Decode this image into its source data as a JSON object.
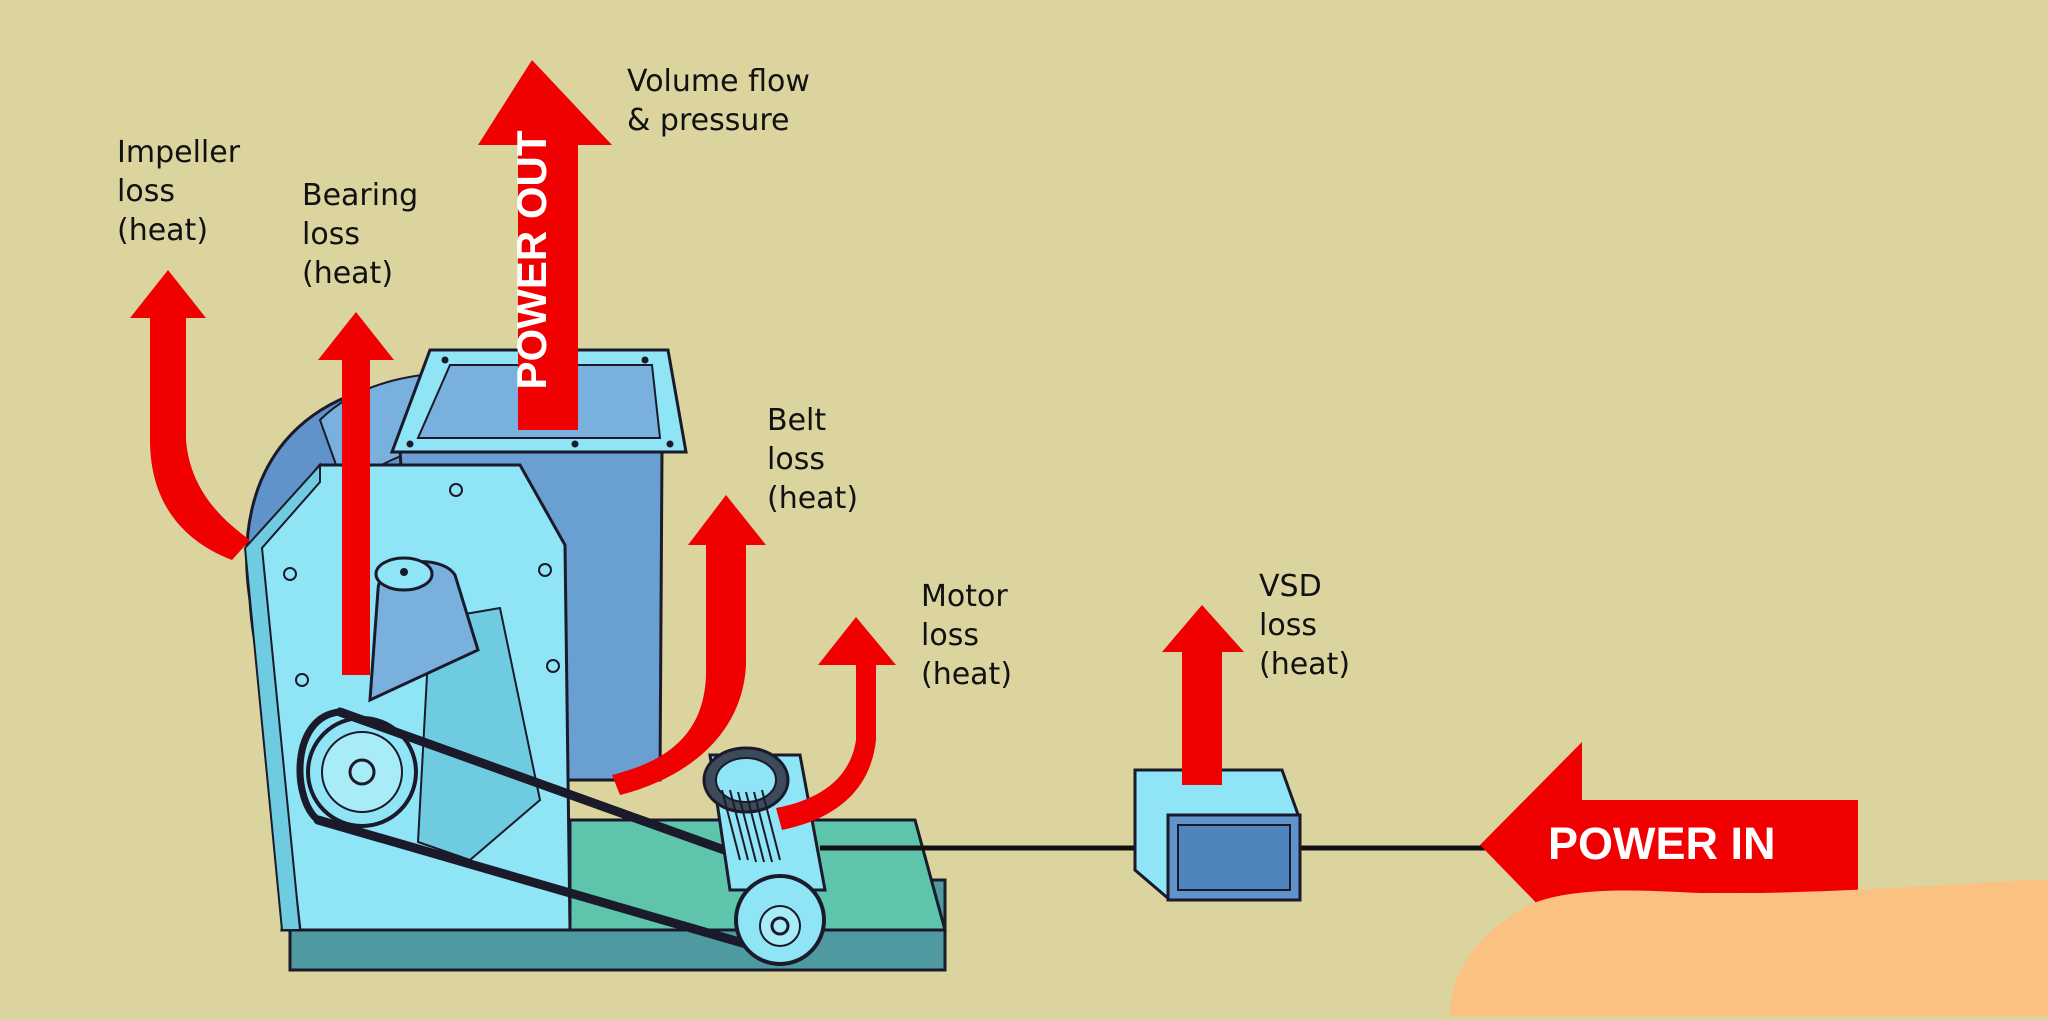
{
  "diagram": {
    "power_out_label": "POWER OUT",
    "power_in_label": "POWER IN",
    "labels": {
      "impeller": [
        "Impeller",
        "loss",
        "(heat)"
      ],
      "bearing": [
        "Bearing",
        "loss",
        "(heat)"
      ],
      "volume": [
        "Volume flow",
        "& pressure"
      ],
      "belt": [
        "Belt",
        "loss",
        "(heat)"
      ],
      "motor": [
        "Motor",
        "loss",
        "(heat)"
      ],
      "vsd": [
        "VSD",
        "loss",
        "(heat)"
      ]
    },
    "colors": {
      "background": "#dbd49e",
      "arrow": "#f00000",
      "fan_body": "#8fe4f5",
      "fan_housing": "#5f93c9",
      "base": "#4f9aa0",
      "motor_plate": "#5ec4ac",
      "outline": "#1a1a2a"
    }
  }
}
